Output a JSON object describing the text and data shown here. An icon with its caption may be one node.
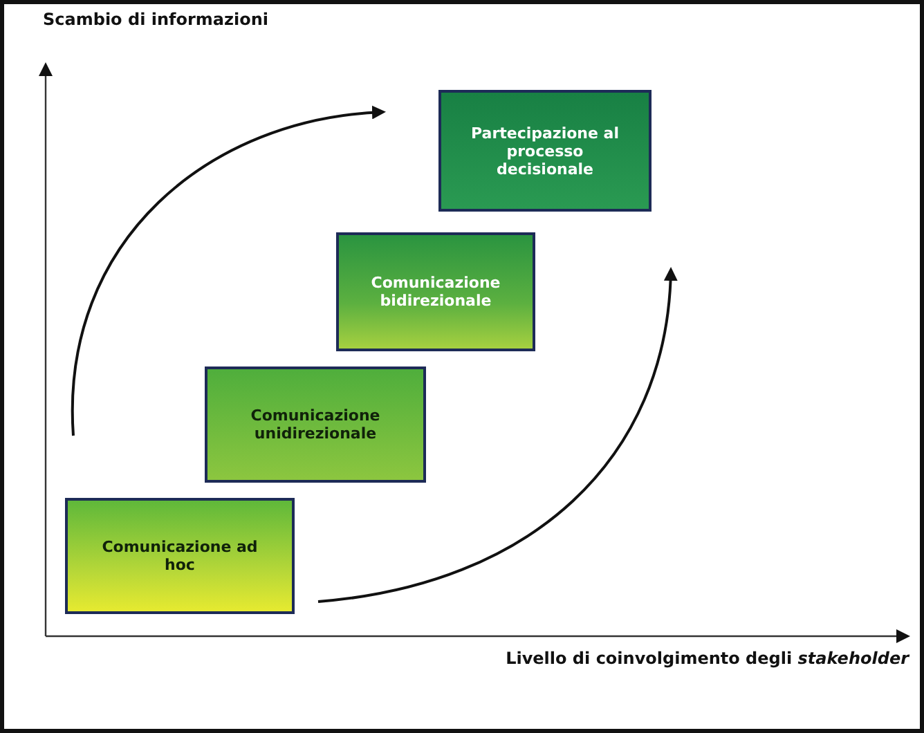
{
  "diagram": {
    "nodes": [
      {
        "text": [
          "Partecipazione al processo decisionale"
        ]
      },
      {
        "text": [
          "Comunicazione bidirezionale"
        ]
      },
      {
        "text": [
          "Comunicazione unidirezionale"
        ]
      },
      {
        "text": [
          "Comunicazione ad hoc"
        ]
      }
    ],
    "labels": [
      "Scambio di informazioni",
      "Livello di coinvolgimento degli *stakeholder*"
    ]
  }
}
